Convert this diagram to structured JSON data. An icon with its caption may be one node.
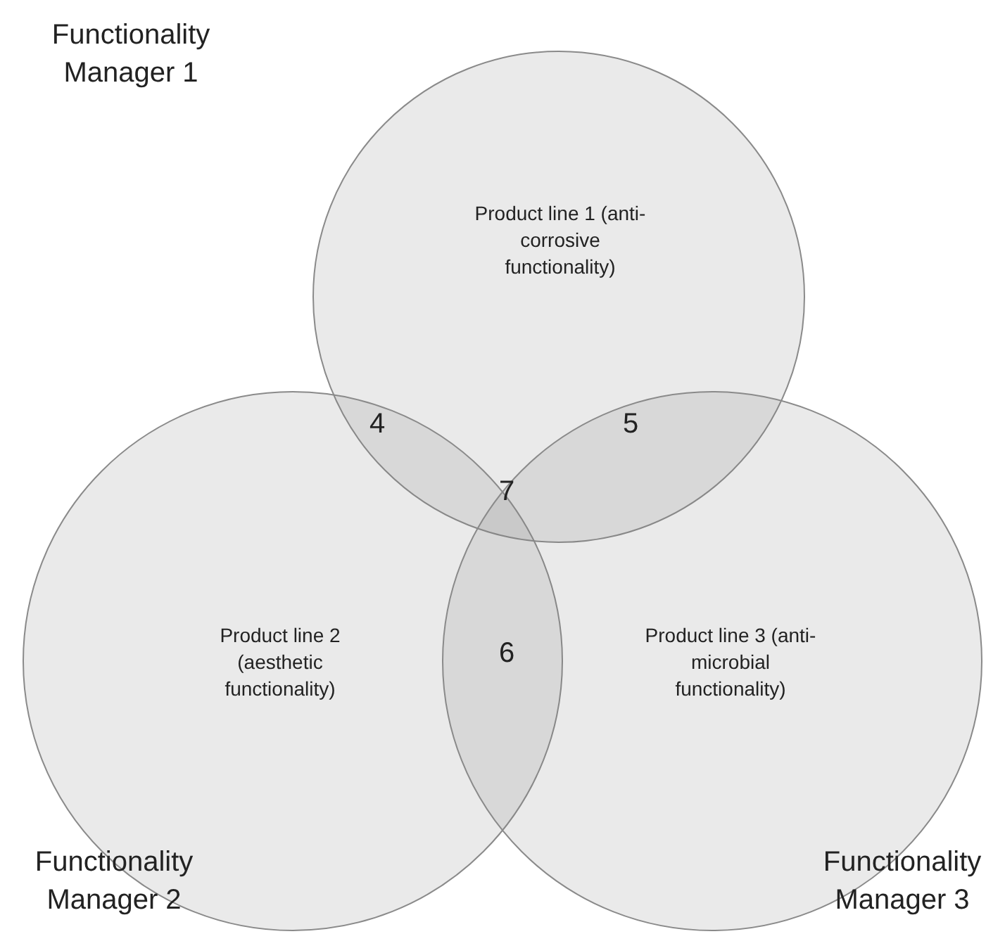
{
  "diagram": {
    "nodes": [
      {
        "text": [
          "Functionality Manager 1",
          "Product line 1 (anti-corrosive functionality)"
        ]
      },
      {
        "text": [
          "Product line 2 (aesthetic functionality)",
          "Functionality Manager 2"
        ]
      },
      {
        "text": [
          "Product line 3 (anti-microbial functionality)",
          "Functionality Manager 3"
        ]
      }
    ],
    "labels": [
      "4",
      "5",
      "7",
      "6"
    ]
  }
}
